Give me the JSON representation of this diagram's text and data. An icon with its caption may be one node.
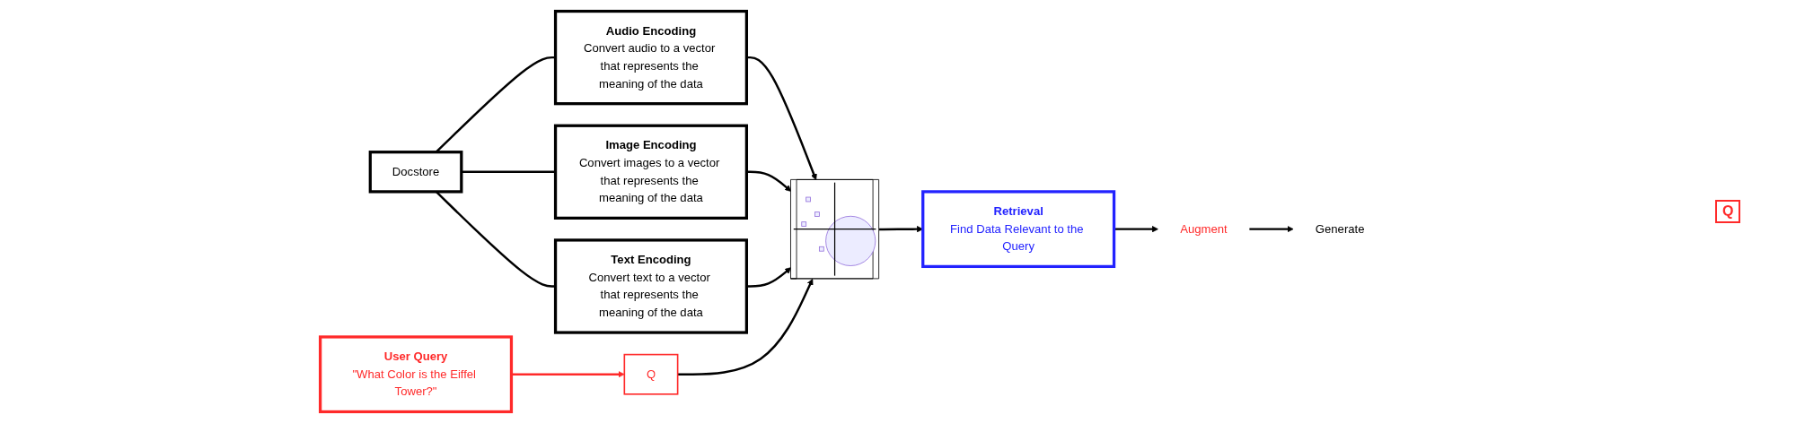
{
  "diagram": {
    "nodes": [
      {
        "text": [
          "Docstore"
        ]
      },
      {
        "text": [
          "Audio Encoding",
          "Convert audio to a vector that represents the meaning of the data"
        ]
      },
      {
        "text": [
          "Image Encoding",
          "Convert images to a vector that represents the meaning of the data"
        ]
      },
      {
        "text": [
          "Text Encoding",
          "Convert text to a vector that represents the meaning of the data"
        ]
      },
      {
        "text": [
          "User Query",
          "\"What Color is the Eiffel Tower?\""
        ]
      },
      {
        "text": [
          "Q"
        ]
      },
      {
        "text": [],
        "shape": "picture"
      },
      {
        "text": [
          "Retrieval",
          "Find Data Relevant to the Query"
        ]
      },
      {
        "text": [
          "Augment"
        ]
      },
      {
        "text": [
          "Generate"
        ]
      }
    ],
    "edges": [
      {
        "from": 0,
        "to": 1,
        "arrow": "none"
      },
      {
        "from": 0,
        "to": 2,
        "arrow": "none"
      },
      {
        "from": 0,
        "to": 3,
        "arrow": "none"
      },
      {
        "from": 4,
        "to": 5,
        "arrow": "to",
        "color": "#ff2a2a"
      },
      {
        "from": 1,
        "to": 6,
        "arrow": "to"
      },
      {
        "from": 2,
        "to": 6,
        "arrow": "to"
      },
      {
        "from": 3,
        "to": 6,
        "arrow": "to"
      },
      {
        "from": 5,
        "to": 6,
        "arrow": "to"
      },
      {
        "from": 6,
        "to": 7,
        "arrow": "to"
      },
      {
        "from": 7,
        "to": 8,
        "arrow": "to"
      },
      {
        "from": 8,
        "to": 9,
        "arrow": "to"
      }
    ],
    "labels": [
      "Q"
    ]
  }
}
